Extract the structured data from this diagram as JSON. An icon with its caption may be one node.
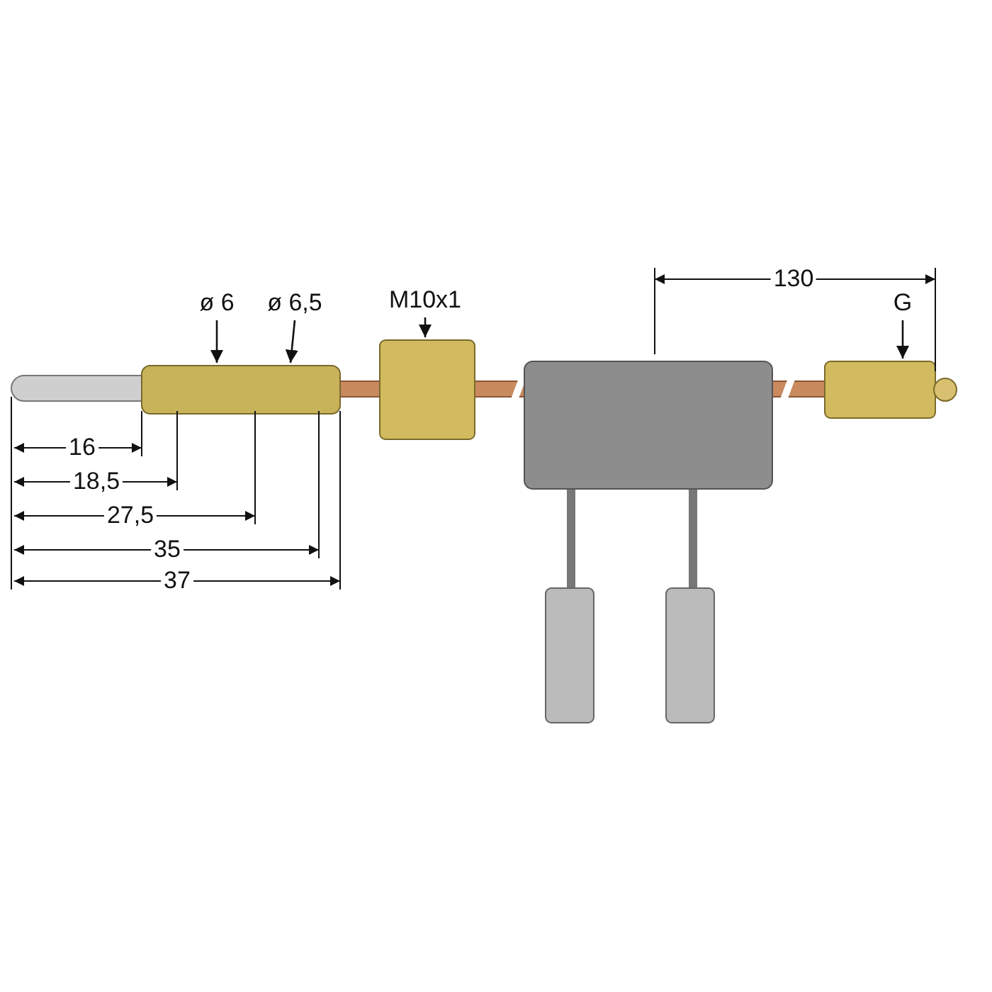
{
  "diagram": {
    "nodes": [
      {
        "text": [
          "ø 6"
        ]
      },
      {
        "text": [
          "ø 6,5"
        ]
      },
      {
        "text": [
          "M10x1"
        ]
      },
      {
        "text": [
          "G"
        ]
      }
    ],
    "edges": [
      {
        "from": 0,
        "to": null,
        "arrow": "to"
      },
      {
        "from": 1,
        "to": null,
        "arrow": "to"
      },
      {
        "from": 2,
        "to": null,
        "arrow": "to"
      },
      {
        "from": 3,
        "to": null,
        "arrow": "to"
      }
    ],
    "labels": [
      "130",
      "16",
      "18,5",
      "27,5",
      "35",
      "37"
    ]
  }
}
